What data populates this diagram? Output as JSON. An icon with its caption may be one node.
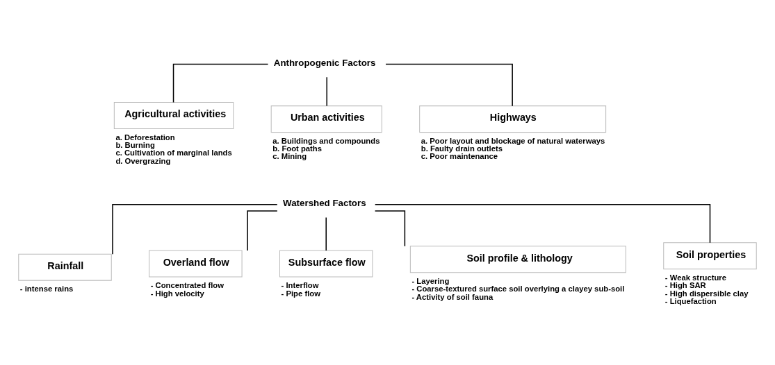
{
  "diagram": {
    "nodes": [
      {
        "text": [
          "Anthropogenic Factors"
        ]
      },
      {
        "text": [
          "Agricultural activities"
        ],
        "beside": [
          "a. Deforestation",
          "b. Burning",
          "c. Cultivation of marginal lands",
          "d. Overgrazing"
        ]
      },
      {
        "text": [
          "Urban activities"
        ],
        "beside": [
          "a. Buildings and compounds",
          "b. Foot paths",
          "c. Mining"
        ]
      },
      {
        "text": [
          "Highways"
        ],
        "beside": [
          "a. Poor layout and blockage of natural waterways",
          "b. Faulty drain outlets",
          "c. Poor maintenance"
        ]
      },
      {
        "text": [
          "Watershed Factors"
        ]
      },
      {
        "text": [
          "Rainfall"
        ],
        "beside": [
          "- intense rains"
        ]
      },
      {
        "text": [
          "Overland flow"
        ],
        "beside": [
          "- Concentrated flow",
          "- High velocity"
        ]
      },
      {
        "text": [
          "Subsurface flow"
        ],
        "beside": [
          "- Interflow",
          "- Pipe flow"
        ]
      },
      {
        "text": [
          "Soil profile & lithology"
        ],
        "beside": [
          "- Layering",
          "- Coarse-textured surface soil overlying a clayey sub-soil",
          "- Activity of soil fauna"
        ]
      },
      {
        "text": [
          "Soil properties"
        ],
        "beside": [
          "- Weak structure",
          "- High SAR",
          "- High dispersible clay",
          "- Liquefaction"
        ]
      }
    ],
    "edges": [
      {
        "from": 0,
        "to": 1,
        "arrow": "none"
      },
      {
        "from": 0,
        "to": 2,
        "arrow": "none"
      },
      {
        "from": 0,
        "to": 3,
        "arrow": "none"
      },
      {
        "from": 4,
        "to": 5,
        "arrow": "none"
      },
      {
        "from": 4,
        "to": 6,
        "arrow": "none"
      },
      {
        "from": 4,
        "to": 7,
        "arrow": "none"
      },
      {
        "from": 4,
        "to": 8,
        "arrow": "none"
      },
      {
        "from": 4,
        "to": 9,
        "arrow": "none"
      }
    ]
  }
}
